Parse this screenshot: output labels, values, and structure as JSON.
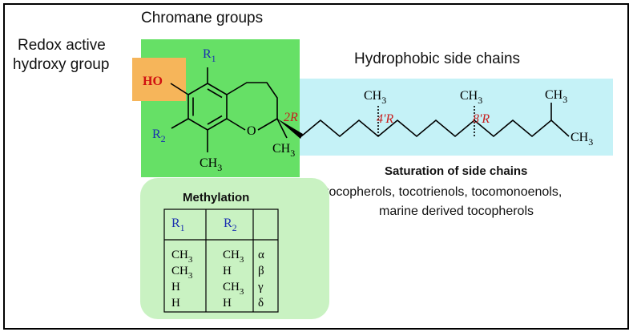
{
  "labels": {
    "chromane_groups": "Chromane groups",
    "redox_line1": "Redox active",
    "redox_line2": "hydroxy group",
    "hydrophobic": "Hydrophobic side chains",
    "saturation_title": "Saturation of side chains",
    "saturation_line1": "tocopherols, tocotrienols, tocomonoenols,",
    "saturation_line2": "marine derived tocopherols",
    "methylation": "Methylation"
  },
  "structure": {
    "ho": "HO",
    "r1": "R",
    "r1_sub": "1",
    "r2": "R",
    "r2_sub": "2",
    "ring_o": "O",
    "ch": "CH",
    "sub3": "3",
    "stereo_2r": "2R",
    "stereo_4r": "4'R",
    "stereo_8r": "8'R"
  },
  "table": {
    "headers": [
      {
        "main": "R",
        "sub": "1"
      },
      {
        "main": "R",
        "sub": "2"
      },
      {
        "main": "",
        "sub": ""
      }
    ],
    "rows": [
      {
        "r1": "CH",
        "r1_sub": "3",
        "r2": "CH",
        "r2_sub": "3",
        "form": "α"
      },
      {
        "r1": "CH",
        "r1_sub": "3",
        "r2": "H",
        "r2_sub": "",
        "form": "β"
      },
      {
        "r1": "H",
        "r1_sub": "",
        "r2": "CH",
        "r2_sub": "3",
        "form": "γ"
      },
      {
        "r1": "H",
        "r1_sub": "",
        "r2": "H",
        "r2_sub": "",
        "form": "δ"
      }
    ]
  },
  "colors": {
    "chromane_box": "#66e066",
    "hydroxy_box": "#f6b55a",
    "side_chain_box": "#c5f2f7",
    "methylation_box": "#c9f2c2",
    "r_label": "#1a2fb0",
    "stereo_label": "#c81e1e",
    "ho_label": "#d01010"
  }
}
